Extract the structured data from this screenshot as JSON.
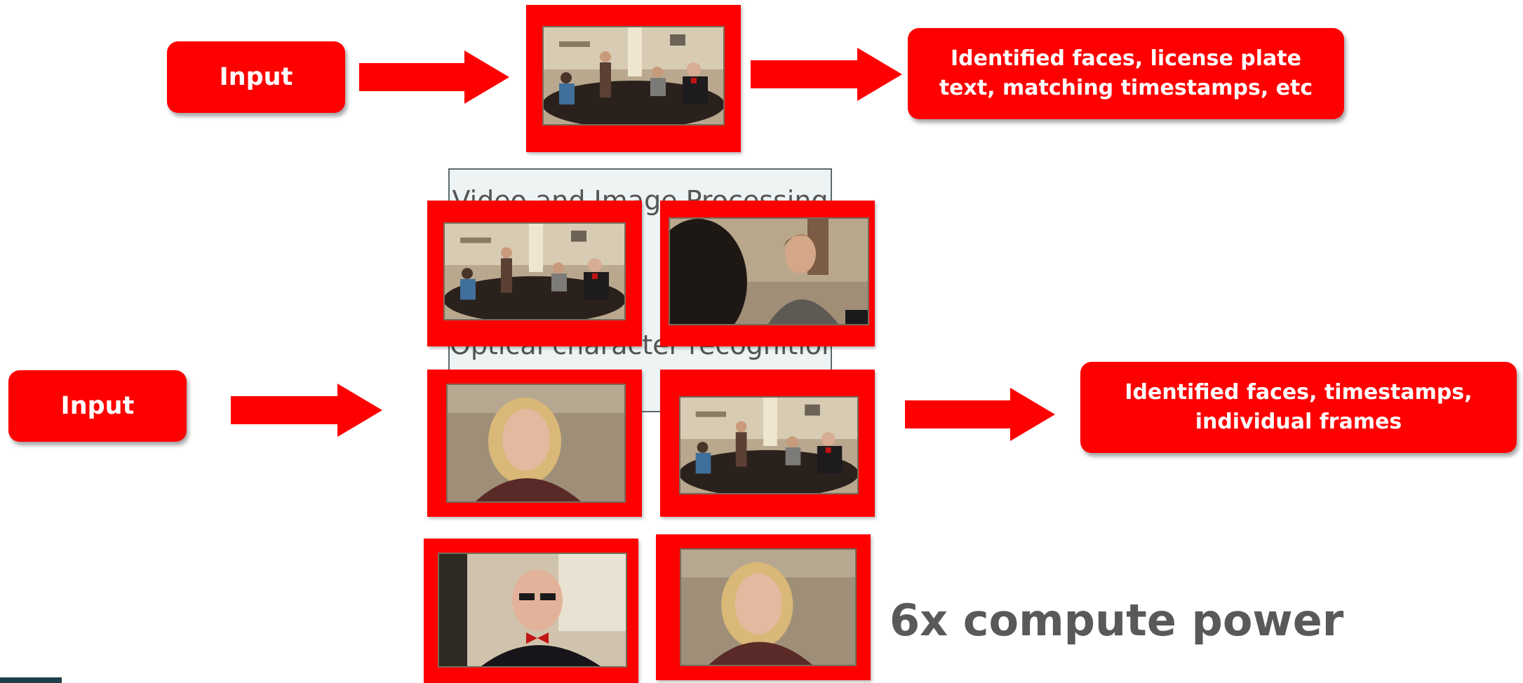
{
  "top_row": {
    "input_label": "Input",
    "output_label": "Identified faces, license plate text, matching timestamps, etc"
  },
  "bottom_row": {
    "input_label": "Input",
    "output_label": "Identified faces, timestamps, individual frames"
  },
  "obscured_box": {
    "lines": [
      "Video and Image Processing",
      "Optical character recognition"
    ]
  },
  "caption": "6x compute power",
  "colors": {
    "accent_red": "#ff0000",
    "caption_grey": "#595959",
    "box_background": "#eef3f4"
  },
  "frames": [
    {
      "scene": "meeting-room-wide"
    },
    {
      "scene": "meeting-room-wide"
    },
    {
      "scene": "young-man-closeup"
    },
    {
      "scene": "blonde-woman-closeup"
    },
    {
      "scene": "meeting-room-wide"
    },
    {
      "scene": "bald-man-bowtie-closeup"
    },
    {
      "scene": "blonde-woman-closeup"
    }
  ]
}
